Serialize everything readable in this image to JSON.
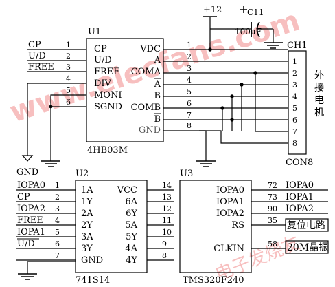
{
  "watermark": {
    "text": "www.elecfans.com",
    "logo_text": "电子发烧友"
  },
  "power": {
    "vcc_label": "+12"
  },
  "capacitor": {
    "ref": "C11",
    "value": "100uF"
  },
  "u1": {
    "ref": "U1",
    "part": "4HB03M",
    "gnd_label": "GND",
    "left": [
      {
        "name": "CP",
        "pin": "1",
        "signal": "CP"
      },
      {
        "name": "U/D",
        "pin": "2",
        "signal": "U/D"
      },
      {
        "name": "FREE",
        "pin": "3",
        "signal": "FREE"
      },
      {
        "name": "DIV",
        "pin": "4"
      },
      {
        "name": "MONI",
        "pin": "5"
      },
      {
        "name": "SGND",
        "pin": "6"
      }
    ],
    "right": [
      {
        "name": "VDC",
        "pin": "1"
      },
      {
        "name": "A",
        "pin": "2"
      },
      {
        "name": "COMA",
        "pin": "3"
      },
      {
        "name": "A",
        "pin": "4"
      },
      {
        "name": "B",
        "pin": "5"
      },
      {
        "name": "COMB",
        "pin": "6"
      },
      {
        "name": "B",
        "pin": "7"
      },
      {
        "name": "GND",
        "pin": "8"
      }
    ]
  },
  "ch1": {
    "ref": "CH1",
    "part": "CON8",
    "pins": [
      "",
      "1",
      "2",
      "3",
      "4",
      "5",
      "6",
      "7",
      "8"
    ],
    "side_label": [
      "外",
      "接",
      "电",
      "机"
    ]
  },
  "u2": {
    "ref": "U2",
    "part": "741S14",
    "left": [
      {
        "signal": "IOPA0",
        "pin": "1",
        "name": "1A"
      },
      {
        "signal": "CP",
        "pin": "2",
        "name": "1Y"
      },
      {
        "signal": "IOPA2",
        "pin": "3",
        "name": "2A"
      },
      {
        "signal": "FREE",
        "pin": "4",
        "name": "2Y"
      },
      {
        "signal": "IOPA1",
        "pin": "5",
        "name": "3A"
      },
      {
        "signal": "U/D",
        "pin": "6",
        "name": "3Y"
      },
      {
        "signal": "",
        "pin": "7",
        "name": "GND"
      }
    ],
    "right": [
      {
        "name": "VCC",
        "pin": "14"
      },
      {
        "name": "6A",
        "pin": "13"
      },
      {
        "name": "6Y",
        "pin": "12"
      },
      {
        "name": "5A",
        "pin": "11"
      },
      {
        "name": "5Y",
        "pin": "10"
      },
      {
        "name": "4A",
        "pin": "9"
      },
      {
        "name": "4Y",
        "pin": "8"
      }
    ]
  },
  "u3": {
    "ref": "U3",
    "part": "TMS320F240",
    "pins": [
      {
        "name": "IOPA0",
        "pin": "72",
        "signal": "IOPA0"
      },
      {
        "name": "IOPA1",
        "pin": "73",
        "signal": "IOPA1"
      },
      {
        "name": "IOPA2",
        "pin": "90",
        "signal": "IOPA2"
      },
      {
        "name": "RS",
        "pin": "35",
        "signal": ""
      },
      {
        "name": "",
        "pin": "",
        "signal": ""
      },
      {
        "name": "CLKIN",
        "pin": "58",
        "signal": ""
      }
    ],
    "blocks": {
      "reset": "复位电路",
      "crystal": "20M晶振"
    }
  }
}
